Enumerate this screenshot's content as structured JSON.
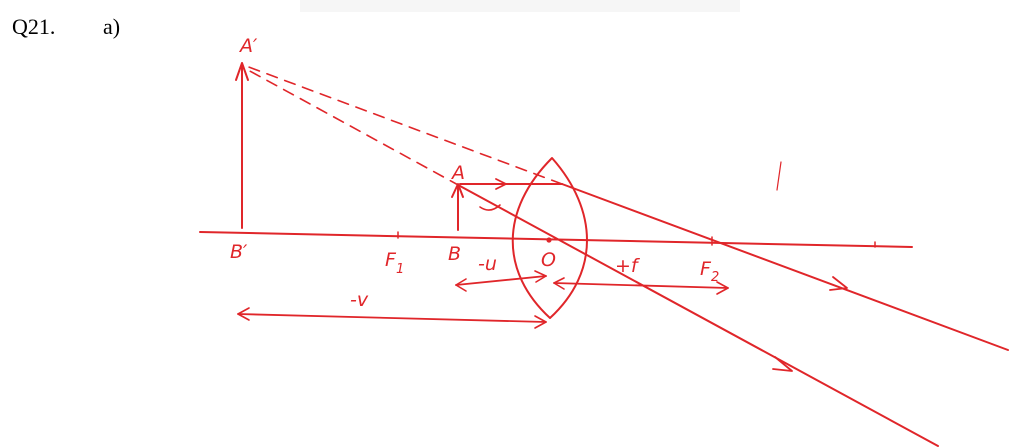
{
  "question": {
    "number": "Q21.",
    "part": "a)"
  },
  "labels": {
    "image_top": "A′",
    "image_base": "B′",
    "object_top": "A",
    "object_base": "B",
    "focus_1": "F",
    "focus_1_subscript": "1",
    "focus_2": "F",
    "focus_2_subscript": "2",
    "optical_centre": "O",
    "object_distance": "-u",
    "focal_length": "+f",
    "image_distance": "-v"
  },
  "colors": {
    "ink": "#e0262a",
    "text": "#000000",
    "background": "#ffffff"
  }
}
